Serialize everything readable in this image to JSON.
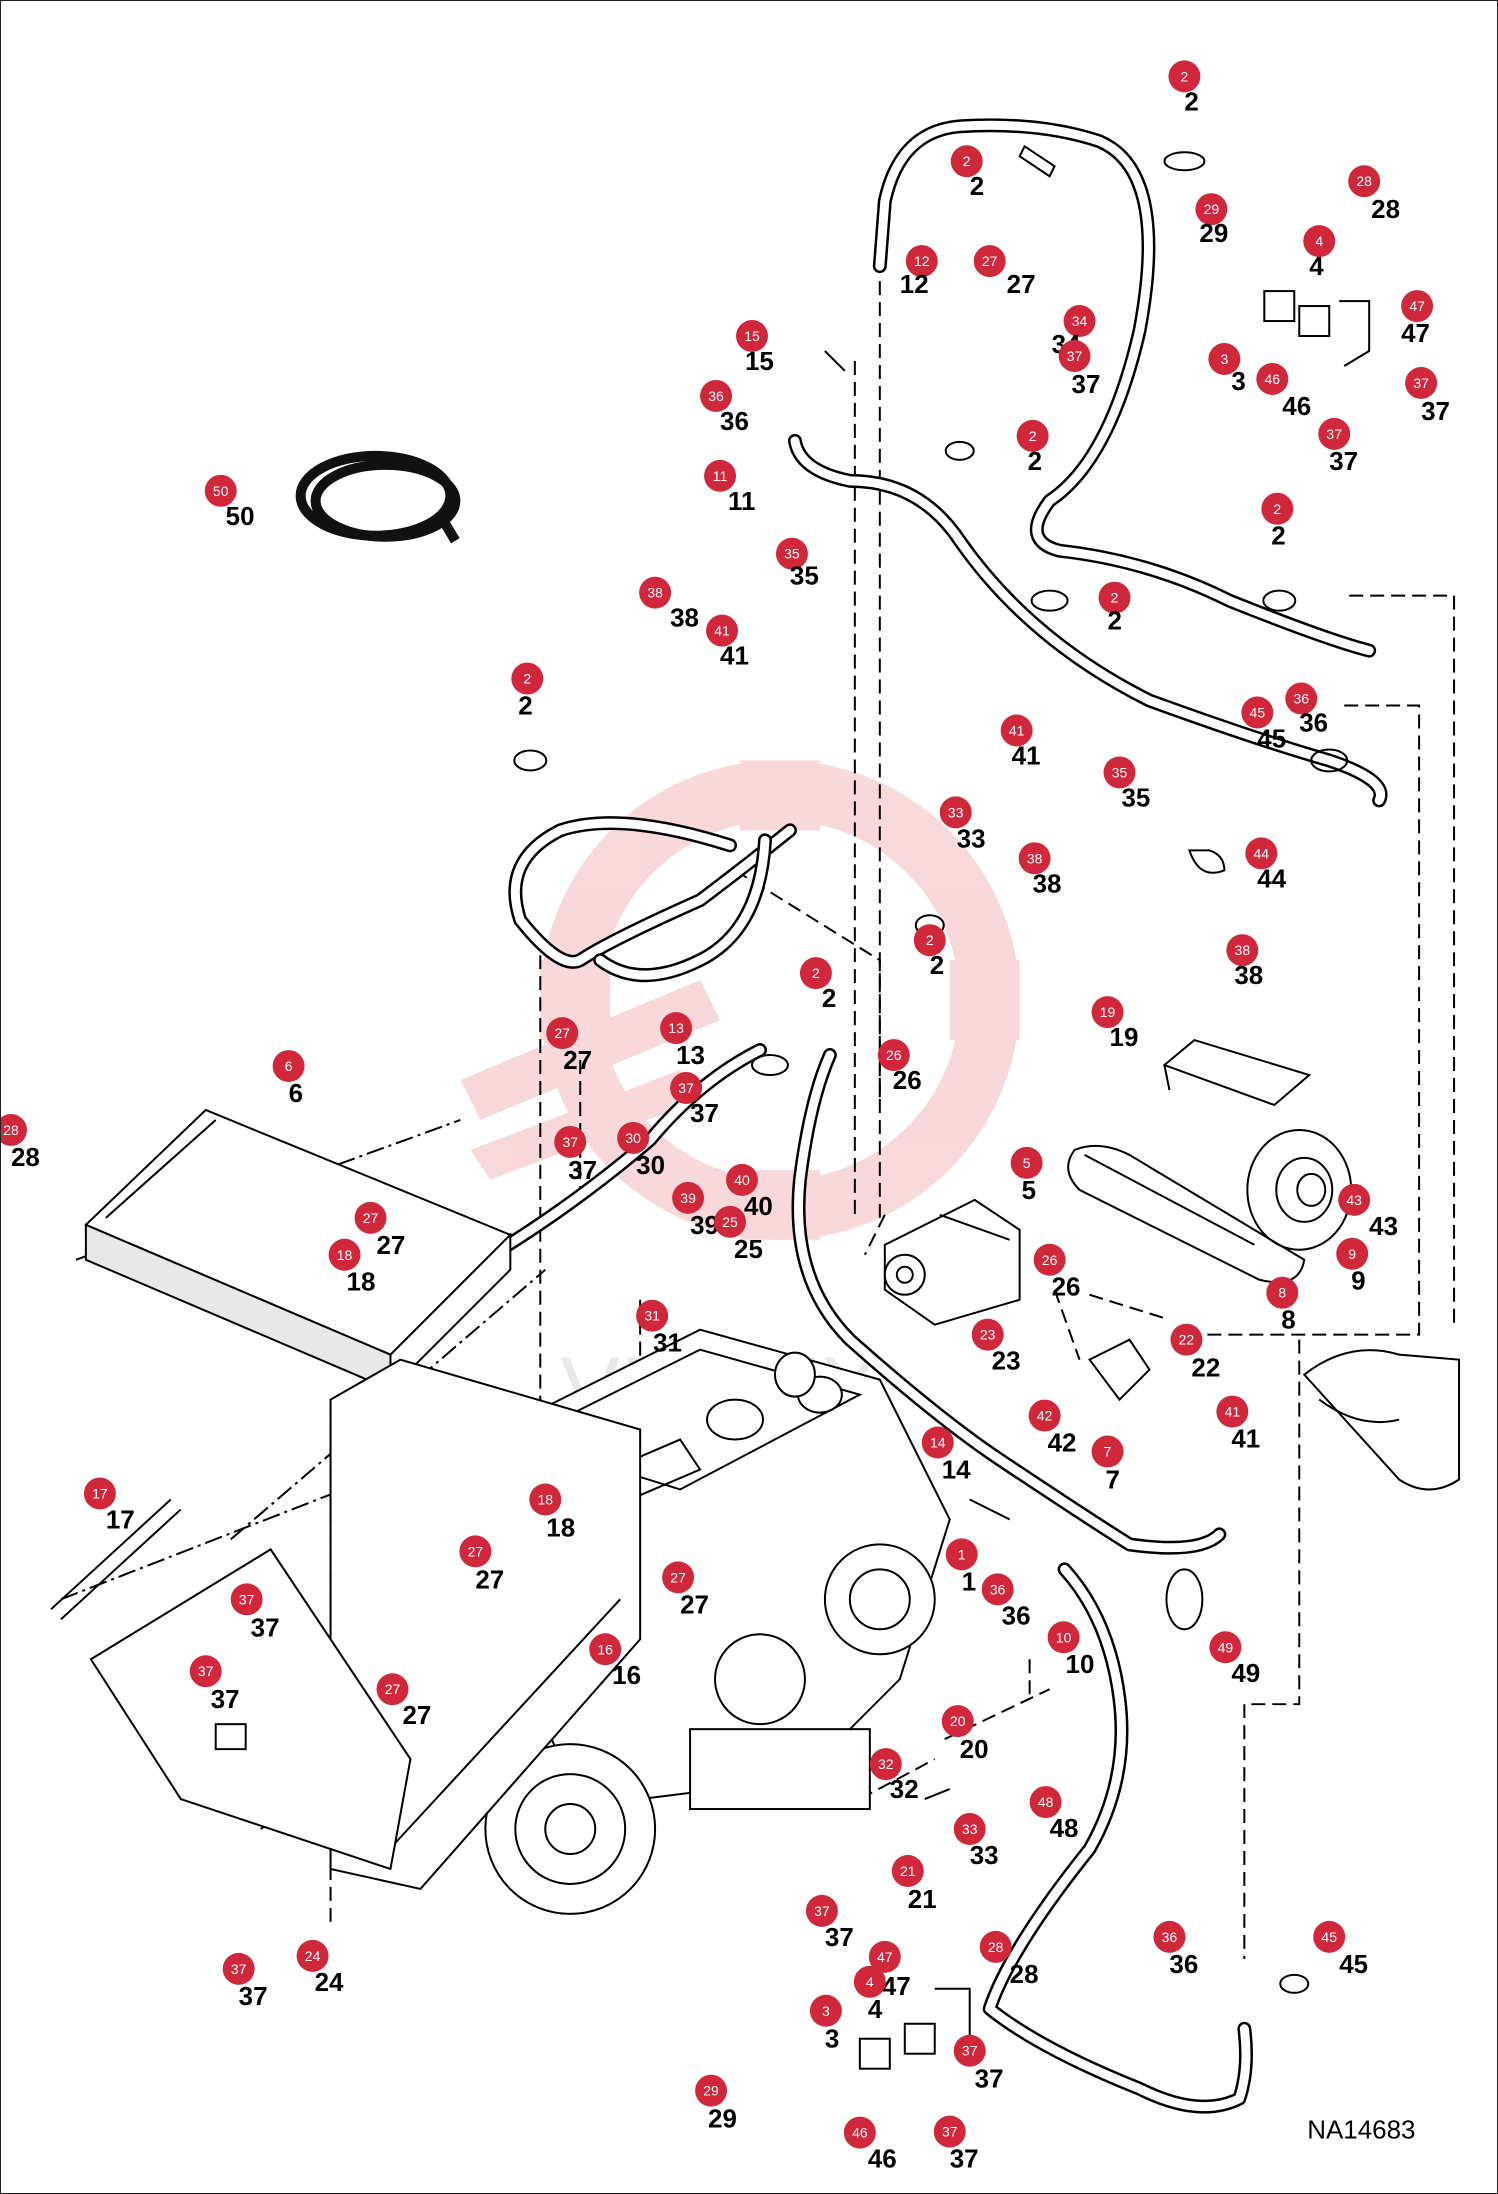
{
  "drawing_code": "NA14683",
  "watermark_text": "VIKTEX",
  "callout_color": "#d0273a",
  "callouts": [
    {
      "n": "2"
    },
    {
      "n": "2"
    },
    {
      "n": "12"
    },
    {
      "n": "27"
    },
    {
      "n": "34"
    },
    {
      "n": "37"
    },
    {
      "n": "29"
    },
    {
      "n": "4"
    },
    {
      "n": "28"
    },
    {
      "n": "47"
    },
    {
      "n": "3"
    },
    {
      "n": "46"
    },
    {
      "n": "37"
    },
    {
      "n": "37"
    },
    {
      "n": "15"
    },
    {
      "n": "36"
    },
    {
      "n": "11"
    },
    {
      "n": "2"
    },
    {
      "n": "50"
    },
    {
      "n": "2"
    },
    {
      "n": "35"
    },
    {
      "n": "38"
    },
    {
      "n": "41"
    },
    {
      "n": "2"
    },
    {
      "n": "2"
    },
    {
      "n": "36"
    },
    {
      "n": "45"
    },
    {
      "n": "41"
    },
    {
      "n": "35"
    },
    {
      "n": "33"
    },
    {
      "n": "38"
    },
    {
      "n": "44"
    },
    {
      "n": "2"
    },
    {
      "n": "2"
    },
    {
      "n": "38"
    },
    {
      "n": "19"
    },
    {
      "n": "13"
    },
    {
      "n": "27"
    },
    {
      "n": "37"
    },
    {
      "n": "6"
    },
    {
      "n": "37"
    },
    {
      "n": "30"
    },
    {
      "n": "26"
    },
    {
      "n": "40"
    },
    {
      "n": "5"
    },
    {
      "n": "28"
    },
    {
      "n": "39"
    },
    {
      "n": "25"
    },
    {
      "n": "43"
    },
    {
      "n": "27"
    },
    {
      "n": "18"
    },
    {
      "n": "26"
    },
    {
      "n": "9"
    },
    {
      "n": "8"
    },
    {
      "n": "31"
    },
    {
      "n": "23"
    },
    {
      "n": "22"
    },
    {
      "n": "42"
    },
    {
      "n": "41"
    },
    {
      "n": "14"
    },
    {
      "n": "7"
    },
    {
      "n": "17"
    },
    {
      "n": "18"
    },
    {
      "n": "27"
    },
    {
      "n": "1"
    },
    {
      "n": "27"
    },
    {
      "n": "36"
    },
    {
      "n": "37"
    },
    {
      "n": "10"
    },
    {
      "n": "16"
    },
    {
      "n": "49"
    },
    {
      "n": "37"
    },
    {
      "n": "27"
    },
    {
      "n": "20"
    },
    {
      "n": "32"
    },
    {
      "n": "48"
    },
    {
      "n": "33"
    },
    {
      "n": "21"
    },
    {
      "n": "37"
    },
    {
      "n": "36"
    },
    {
      "n": "45"
    },
    {
      "n": "47"
    },
    {
      "n": "28"
    },
    {
      "n": "4"
    },
    {
      "n": "3"
    },
    {
      "n": "37"
    },
    {
      "n": "37"
    },
    {
      "n": "24"
    },
    {
      "n": "29"
    },
    {
      "n": "46"
    },
    {
      "n": "37"
    }
  ]
}
